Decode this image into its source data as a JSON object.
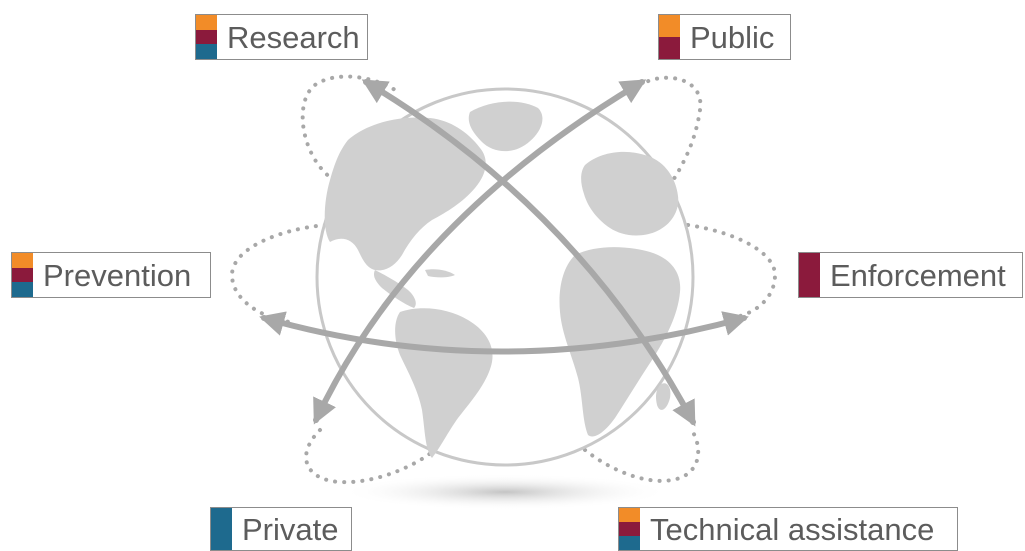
{
  "colors": {
    "orange": "#f28c28",
    "crimson": "#8b1a3c",
    "teal": "#1e6a8e",
    "arrow": "#a8a8a8",
    "dots": "#a8a8a8",
    "globe_land": "#d0d0d0",
    "globe_outline": "#c8c8c8"
  },
  "labels": {
    "research": {
      "text": "Research",
      "swatches": [
        "orange",
        "crimson",
        "teal"
      ]
    },
    "public": {
      "text": "Public",
      "swatches": [
        "orange",
        "crimson"
      ]
    },
    "prevention": {
      "text": "Prevention",
      "swatches": [
        "orange",
        "crimson",
        "teal"
      ]
    },
    "enforcement": {
      "text": "Enforcement",
      "swatches": [
        "crimson"
      ]
    },
    "private": {
      "text": "Private",
      "swatches": [
        "teal"
      ]
    },
    "technical": {
      "text": "Technical assistance",
      "swatches": [
        "orange",
        "crimson",
        "teal"
      ]
    }
  }
}
